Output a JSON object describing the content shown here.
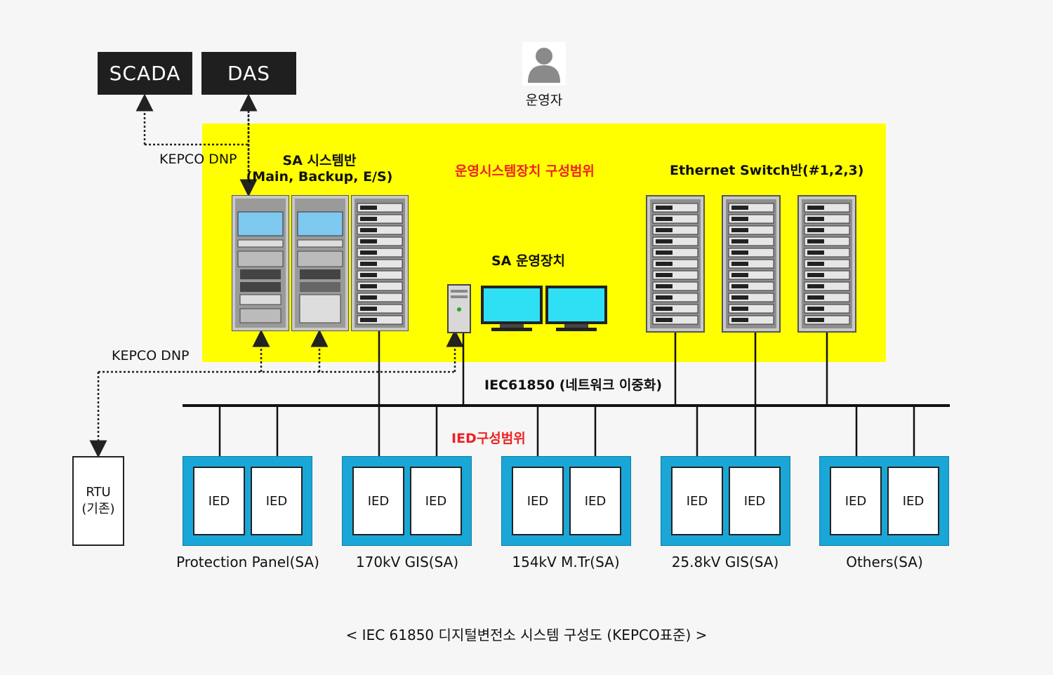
{
  "top_systems": {
    "scada": "SCADA",
    "das": "DAS"
  },
  "operator": {
    "label": "운영자",
    "icon": "person-icon"
  },
  "dnp_top_label": "KEPCO DNP",
  "dnp_bottom_label": "KEPCO DNP",
  "operation_area": {
    "title": "운영시스템장치 구성범위",
    "sa_panel_title": "SA 시스템반",
    "sa_panel_sub": "(Main, Backup, E/S)",
    "sa_device_title": "SA 운영장치",
    "switch_title": "Ethernet Switch반(#1,2,3)"
  },
  "network_label": "IEC61850 (네트워크 이중화)",
  "ied_area_label": "IED구성범위",
  "rtu": {
    "line1": "RTU",
    "line2": "(기존)"
  },
  "ied_groups": [
    {
      "label": "Protection Panel(SA)",
      "ieds": [
        "IED",
        "IED"
      ]
    },
    {
      "label": "170kV GIS(SA)",
      "ieds": [
        "IED",
        "IED"
      ]
    },
    {
      "label": "154kV M.Tr(SA)",
      "ieds": [
        "IED",
        "IED"
      ]
    },
    {
      "label": "25.8kV GIS(SA)",
      "ieds": [
        "IED",
        "IED"
      ]
    },
    {
      "label": "Others(SA)",
      "ieds": [
        "IED",
        "IED"
      ]
    }
  ],
  "caption": "< IEC 61850 디지털변전소 시스템 구성도 (KEPCO표준) >",
  "colors": {
    "highlight": "#ffff00",
    "accent_red": "#ee2222",
    "group_blue": "#1aa6d6",
    "dark": "#1f1f1f"
  }
}
